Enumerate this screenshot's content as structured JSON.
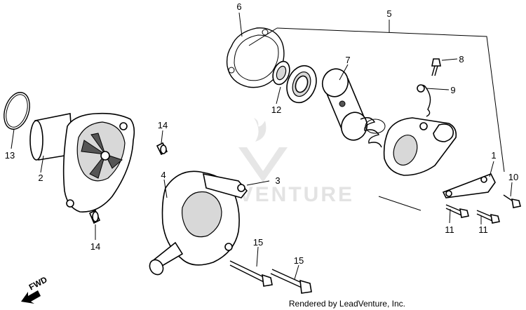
{
  "watermark": {
    "text": "LEADVENTURE"
  },
  "direction_label": "FWD",
  "credit": "Rendered by LeadVenture, Inc.",
  "callouts": [
    {
      "id": "1",
      "text": "1"
    },
    {
      "id": "2",
      "text": "2"
    },
    {
      "id": "3",
      "text": "3"
    },
    {
      "id": "4",
      "text": "4"
    },
    {
      "id": "5",
      "text": "5"
    },
    {
      "id": "6",
      "text": "6"
    },
    {
      "id": "7",
      "text": "7"
    },
    {
      "id": "8",
      "text": "8"
    },
    {
      "id": "9",
      "text": "9"
    },
    {
      "id": "10",
      "text": "10"
    },
    {
      "id": "11a",
      "text": "11"
    },
    {
      "id": "11b",
      "text": "11"
    },
    {
      "id": "12",
      "text": "12"
    },
    {
      "id": "13",
      "text": "13"
    },
    {
      "id": "14a",
      "text": "14"
    },
    {
      "id": "14b",
      "text": "14"
    },
    {
      "id": "15a",
      "text": "15"
    },
    {
      "id": "15b",
      "text": "15"
    }
  ],
  "colors": {
    "line": "#000000",
    "watermark": "#e3e3e3",
    "background": "#ffffff"
  }
}
